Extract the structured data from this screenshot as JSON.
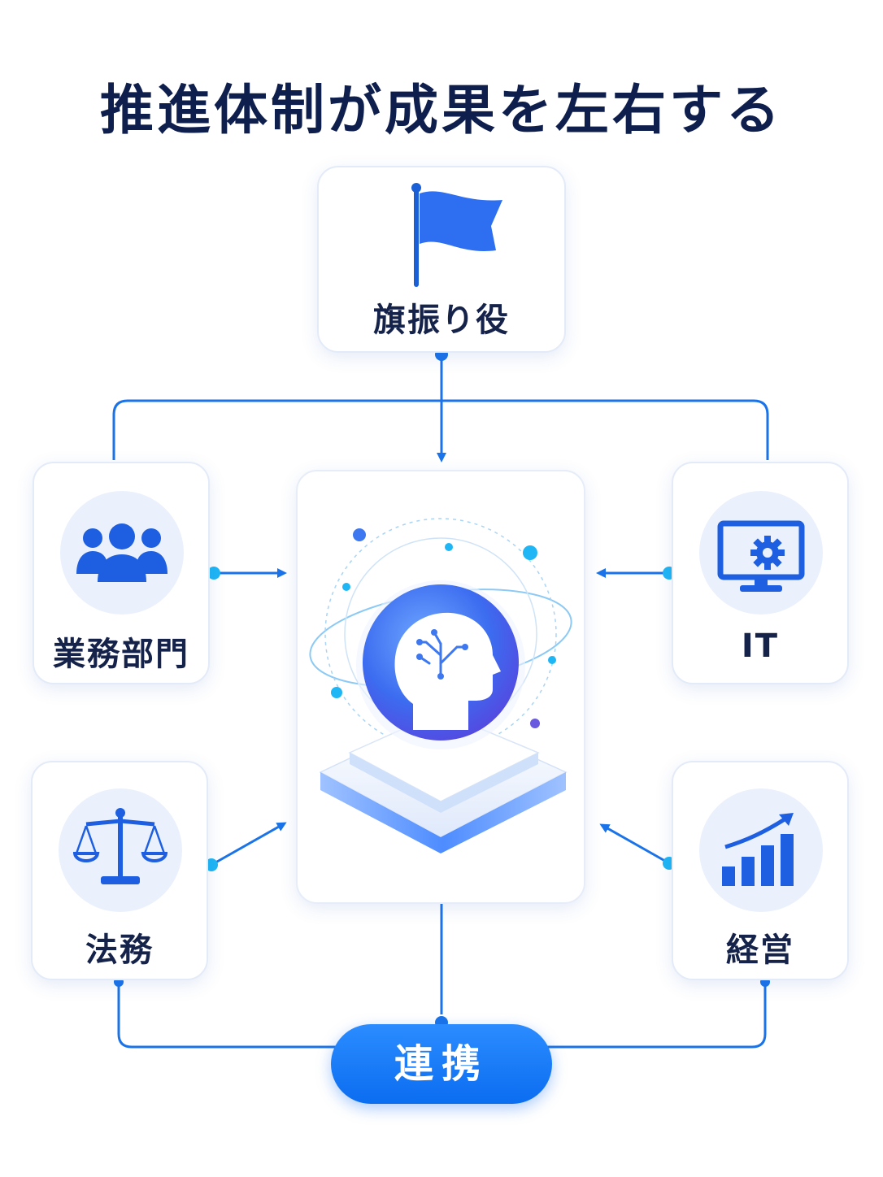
{
  "title": "推進体制が成果を左右する",
  "nodes": {
    "leader": {
      "label": "旗振り役",
      "icon": "flag-icon"
    },
    "business": {
      "label": "業務部門",
      "icon": "people-icon"
    },
    "it": {
      "label": "IT",
      "icon": "monitor-gear-icon"
    },
    "legal": {
      "label": "法務",
      "icon": "scales-icon"
    },
    "management": {
      "label": "経営",
      "icon": "growth-chart-icon"
    },
    "center": {
      "icon": "ai-head-icon"
    }
  },
  "collaboration": {
    "label": "連携"
  },
  "colors": {
    "accent": "#1a73e8",
    "title": "#0f1f4d",
    "cyan": "#1fb6f5"
  }
}
